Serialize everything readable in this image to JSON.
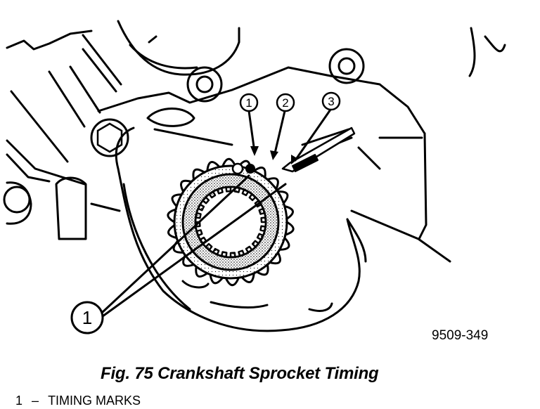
{
  "figure_id": "9509-349",
  "caption": "Fig. 75 Crankshaft Sprocket Timing",
  "callouts": {
    "c1_top": "1",
    "c2_top": "2",
    "c3_top": "3",
    "c1_bottom": "1"
  },
  "legend": [
    {
      "number": "1",
      "dash": "–",
      "label": "TIMING MARKS"
    }
  ]
}
